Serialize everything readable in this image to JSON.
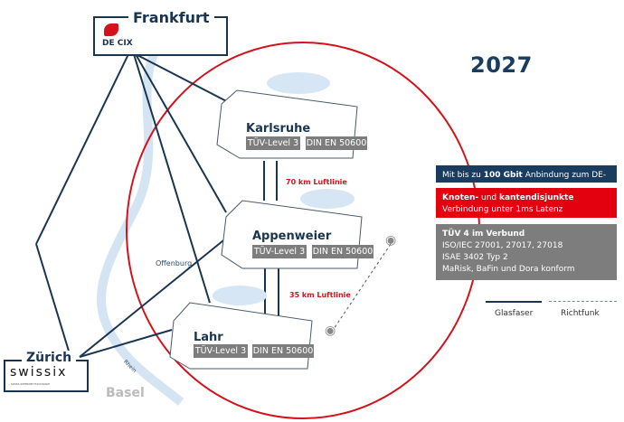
{
  "year": "2027",
  "nodes": {
    "frankfurt": {
      "title": "Frankfurt",
      "logo": "DE CIX"
    },
    "zurich": {
      "title": "Zürich",
      "logo": "swissix",
      "logo_sub": "SWISS INTERNET EXCHANGE"
    }
  },
  "datacenters": [
    {
      "name": "Karlsruhe",
      "tags": [
        "TÜV-Level 3",
        "DIN EN 50600"
      ]
    },
    {
      "name": "Appenweier",
      "tags": [
        "TÜV-Level 3",
        "DIN EN 50600"
      ]
    },
    {
      "name": "Lahr",
      "tags": [
        "TÜV-Level 3",
        "DIN EN 50600"
      ]
    }
  ],
  "distances": [
    "70 km Luftlinie",
    "35 km Luftlinie"
  ],
  "places": {
    "offenburg": "Offenburg",
    "rhein": "Rhein",
    "basel": "Basel"
  },
  "info_boxes": [
    {
      "color": "#1a3d5f",
      "lines": [
        {
          "pre": "Mit bis zu ",
          "bold": "100 Gbit",
          "post": " Anbindung zum DE-CIX"
        }
      ]
    },
    {
      "color": "#e3000f",
      "line1_bold_a": "Knoten-",
      "line1_mid": " und ",
      "line1_bold_b": "kantendisjunkte",
      "line2": "Verbindung unter 1ms Latenz"
    },
    {
      "color": "#7d7d7d",
      "title": "TÜV 4 im Verbund",
      "lines": [
        "ISO/IEC 27001, 27017, 27018",
        "ISAE 3402 Typ 2",
        "MaRisk, BaFin und Dora konform"
      ]
    }
  ],
  "legend": [
    {
      "label": "Glasfaser",
      "style": "solid",
      "color": "#1a3550"
    },
    {
      "label": "Richtfunk",
      "style": "dashed",
      "color": "#6a8aa8"
    }
  ],
  "colors": {
    "navy": "#1a3550",
    "red": "#d3121b",
    "gray": "#7d7d7d",
    "river": "#cfe0f0"
  }
}
